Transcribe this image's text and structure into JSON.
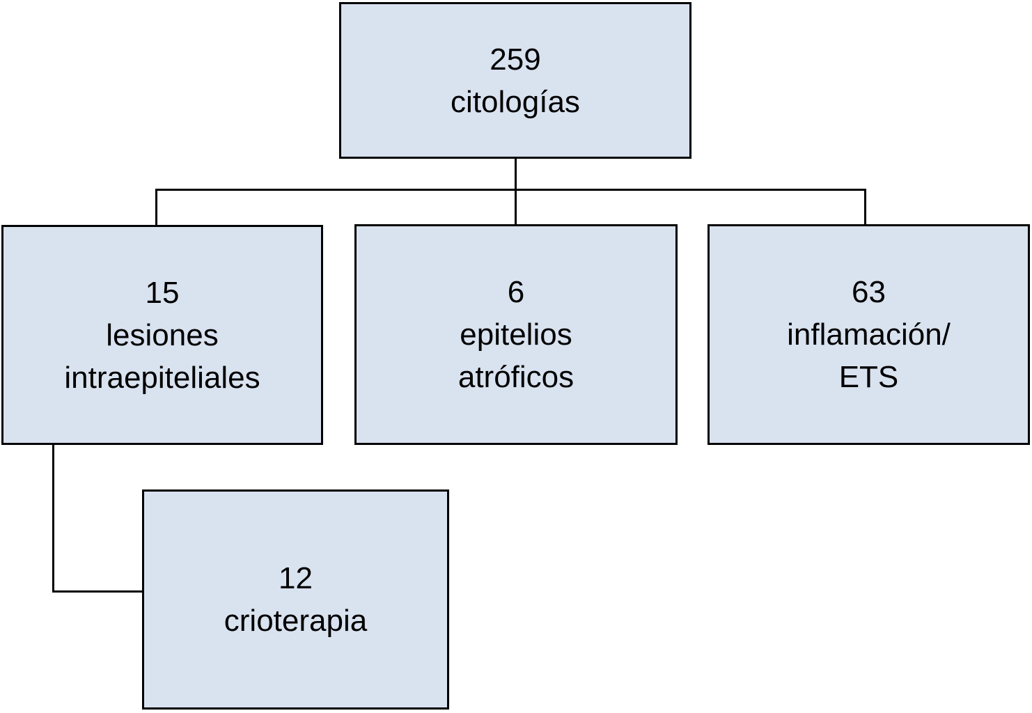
{
  "colors": {
    "node-fill": "#d9e2ef",
    "node-border": "#000000",
    "connector": "#000000",
    "background": "#ffffff",
    "text": "#000000"
  },
  "nodes": {
    "citologias": {
      "count": "259",
      "label": "citologías"
    },
    "lesiones": {
      "count": "15",
      "label": "lesiones\nintraepiteliales"
    },
    "epitelios": {
      "count": "6",
      "label": "epitelios\natróficos"
    },
    "inflamacion": {
      "count": "63",
      "label": "inflamación/\nETS"
    },
    "crioterapia": {
      "count": "12",
      "label": "crioterapia"
    }
  }
}
